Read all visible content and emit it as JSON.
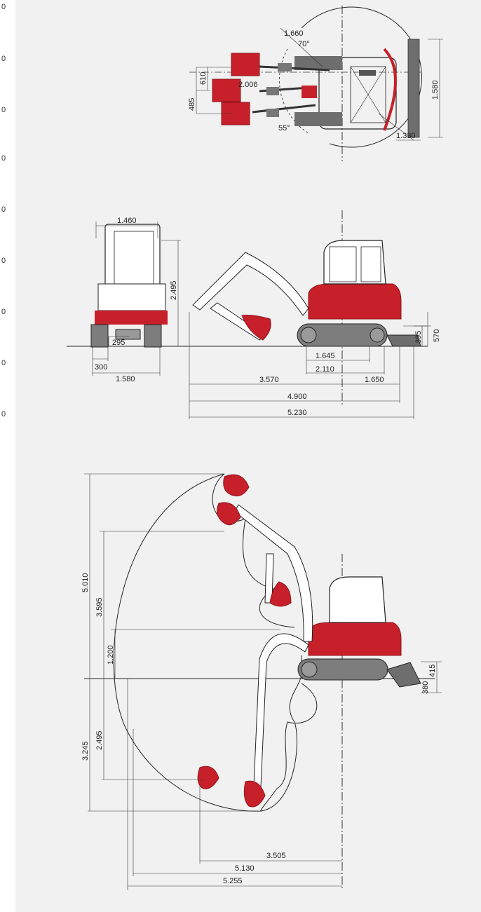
{
  "colors": {
    "accent_red": "#c8202a",
    "dark_red": "#8d151b",
    "machine_grey": "#6e6e6e",
    "track_grey": "#7d7d7d",
    "line": "#1a1a1a",
    "background": "#f1f1f1"
  },
  "edge_ticks": [
    "0",
    "0",
    "0",
    "0",
    "0",
    "0",
    "0",
    "0",
    "0"
  ],
  "top_view": {
    "dims": {
      "swing_radius": "1.660",
      "swing_left_angle": "70°",
      "swing_right_angle": "55°",
      "offset_upper": "610",
      "offset_lower": "485",
      "boom_reach": "2.006",
      "tail_radius": "1.330",
      "blade_width": "1.580"
    }
  },
  "front_view": {
    "dims": {
      "overall_width": "1.460",
      "height": "2.495",
      "ground_clearance": "295",
      "track_width": "300",
      "undercarriage_width": "1.580"
    }
  },
  "side_view": {
    "dims": {
      "blade_height": "395",
      "blade_max_height": "570",
      "track_contact_length": "1.645",
      "track_length": "2.110",
      "front_distance": "3.570",
      "rear_distance": "1.650",
      "transport_length": "4.900",
      "overall_length": "5.230"
    }
  },
  "working_range": {
    "dims": {
      "max_height": "5.010",
      "max_dump_height": "3.595",
      "min_dump_height": "1.200",
      "blade_lift": "415",
      "blade_drop": "380",
      "max_digging_depth": "3.245",
      "vertical_wall_depth": "2.495",
      "min_swing_radius": "3.505",
      "max_reach_ground": "5.130",
      "max_reach": "5.255"
    }
  }
}
